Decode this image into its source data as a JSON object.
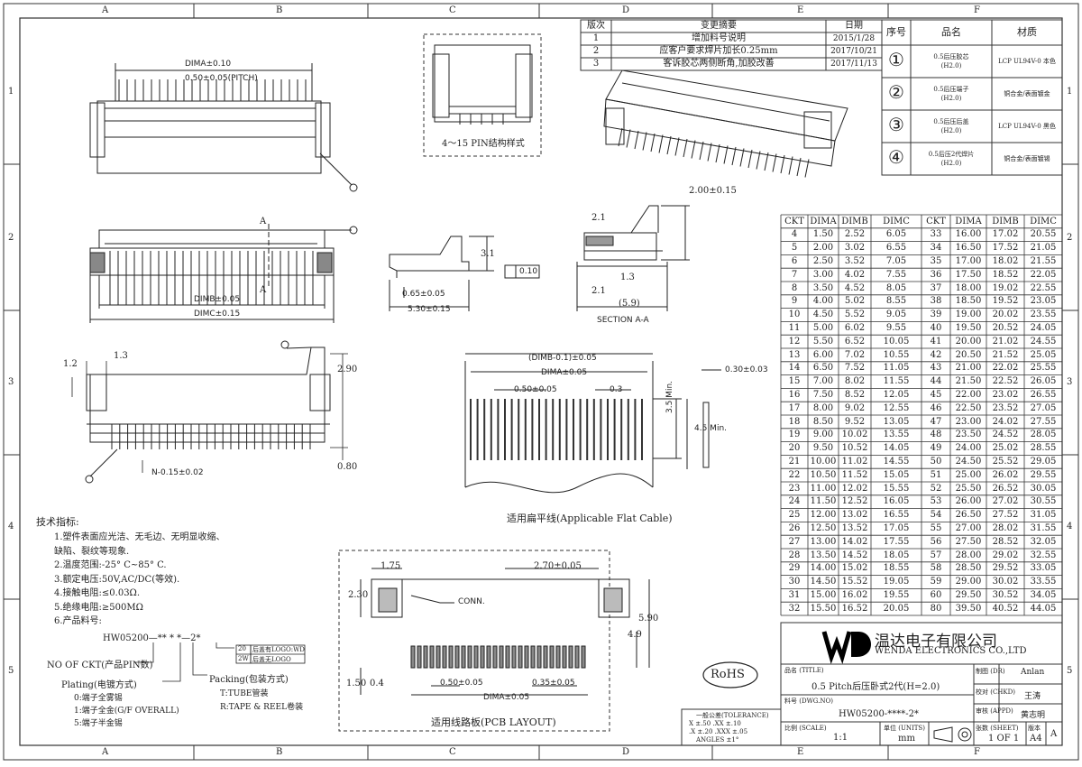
{
  "border": {
    "col_letters": [
      "A",
      "B",
      "C",
      "D",
      "E",
      "F"
    ],
    "row_numbers": [
      "1",
      "2",
      "3",
      "4",
      "5"
    ]
  },
  "revision_table": {
    "headers": [
      "版次",
      "变更摘要",
      "日期"
    ],
    "rows": [
      [
        "1",
        "增加料号说明",
        "2015/1/28"
      ],
      [
        "2",
        "应客户要求焊片加长0.25mm",
        "2017/10/21"
      ],
      [
        "3",
        "客诉胶芯两侧断角,加胶改善",
        "2017/11/13"
      ]
    ]
  },
  "parts_table": {
    "headers": [
      "序号",
      "品名",
      "材质"
    ],
    "rows": [
      {
        "num": "①",
        "name": "0.5后压胶芯",
        "sub": "(H2.0)",
        "material": "LCP UL94V-0 本色"
      },
      {
        "num": "②",
        "name": "0.5后压端子",
        "sub": "(H2.0)",
        "material": "铜合金/表面镀金"
      },
      {
        "num": "③",
        "name": "0.5后压后盖",
        "sub": "(H2.0)",
        "material": "LCP UL94V-0 黑色"
      },
      {
        "num": "④",
        "name": "0.5后压2代焊片",
        "sub": "(H2.0)",
        "material": "铜合金/表面镀锡"
      }
    ]
  },
  "dim_table": {
    "headers": [
      "CKT",
      "DIMA",
      "DIMB",
      "DIMC",
      "CKT",
      "DIMA",
      "DIMB",
      "DIMC"
    ],
    "rows": [
      [
        "4",
        "1.50",
        "2.52",
        "6.05",
        "33",
        "16.00",
        "17.02",
        "20.55"
      ],
      [
        "5",
        "2.00",
        "3.02",
        "6.55",
        "34",
        "16.50",
        "17.52",
        "21.05"
      ],
      [
        "6",
        "2.50",
        "3.52",
        "7.05",
        "35",
        "17.00",
        "18.02",
        "21.55"
      ],
      [
        "7",
        "3.00",
        "4.02",
        "7.55",
        "36",
        "17.50",
        "18.52",
        "22.05"
      ],
      [
        "8",
        "3.50",
        "4.52",
        "8.05",
        "37",
        "18.00",
        "19.02",
        "22.55"
      ],
      [
        "9",
        "4.00",
        "5.02",
        "8.55",
        "38",
        "18.50",
        "19.52",
        "23.05"
      ],
      [
        "10",
        "4.50",
        "5.52",
        "9.05",
        "39",
        "19.00",
        "20.02",
        "23.55"
      ],
      [
        "11",
        "5.00",
        "6.02",
        "9.55",
        "40",
        "19.50",
        "20.52",
        "24.05"
      ],
      [
        "12",
        "5.50",
        "6.52",
        "10.05",
        "41",
        "20.00",
        "21.02",
        "24.55"
      ],
      [
        "13",
        "6.00",
        "7.02",
        "10.55",
        "42",
        "20.50",
        "21.52",
        "25.05"
      ],
      [
        "14",
        "6.50",
        "7.52",
        "11.05",
        "43",
        "21.00",
        "22.02",
        "25.55"
      ],
      [
        "15",
        "7.00",
        "8.02",
        "11.55",
        "44",
        "21.50",
        "22.52",
        "26.05"
      ],
      [
        "16",
        "7.50",
        "8.52",
        "12.05",
        "45",
        "22.00",
        "23.02",
        "26.55"
      ],
      [
        "17",
        "8.00",
        "9.02",
        "12.55",
        "46",
        "22.50",
        "23.52",
        "27.05"
      ],
      [
        "18",
        "8.50",
        "9.52",
        "13.05",
        "47",
        "23.00",
        "24.02",
        "27.55"
      ],
      [
        "19",
        "9.00",
        "10.02",
        "13.55",
        "48",
        "23.50",
        "24.52",
        "28.05"
      ],
      [
        "20",
        "9.50",
        "10.52",
        "14.05",
        "49",
        "24.00",
        "25.02",
        "28.55"
      ],
      [
        "21",
        "10.00",
        "11.02",
        "14.55",
        "50",
        "24.50",
        "25.52",
        "29.05"
      ],
      [
        "22",
        "10.50",
        "11.52",
        "15.05",
        "51",
        "25.00",
        "26.02",
        "29.55"
      ],
      [
        "23",
        "11.00",
        "12.02",
        "15.55",
        "52",
        "25.50",
        "26.52",
        "30.05"
      ],
      [
        "24",
        "11.50",
        "12.52",
        "16.05",
        "53",
        "26.00",
        "27.02",
        "30.55"
      ],
      [
        "25",
        "12.00",
        "13.02",
        "16.55",
        "54",
        "26.50",
        "27.52",
        "31.05"
      ],
      [
        "26",
        "12.50",
        "13.52",
        "17.05",
        "55",
        "27.00",
        "28.02",
        "31.55"
      ],
      [
        "27",
        "13.00",
        "14.02",
        "17.55",
        "56",
        "27.50",
        "28.52",
        "32.05"
      ],
      [
        "28",
        "13.50",
        "14.52",
        "18.05",
        "57",
        "28.00",
        "29.02",
        "32.55"
      ],
      [
        "29",
        "14.00",
        "15.02",
        "18.55",
        "58",
        "28.50",
        "29.52",
        "33.05"
      ],
      [
        "30",
        "14.50",
        "15.52",
        "19.05",
        "59",
        "29.00",
        "30.02",
        "33.55"
      ],
      [
        "31",
        "15.00",
        "16.02",
        "19.55",
        "60",
        "29.50",
        "30.52",
        "34.05"
      ],
      [
        "32",
        "15.50",
        "16.52",
        "20.05",
        "80",
        "39.50",
        "40.52",
        "44.05"
      ]
    ]
  },
  "title_block": {
    "company_cn": "温达电子有限公司",
    "company_en": "WENDA ELECTRONICS CO.,LTD",
    "title_label": "品名 (TITLE)",
    "title": "0.5 Pitch后压卧式2代(H=2.0)",
    "dwg_label": "料号 (DWG.NO)",
    "dwg_no": "HW05200-****-2*",
    "scale_label": "比例 (SCALE)",
    "scale": "1:1",
    "units_label": "单位 (UNITS)",
    "units": "mm",
    "dr_label": "制图 (DR)",
    "dr": "Anlan",
    "chkd_label": "校对 (CHKD)",
    "chkd": "王涛",
    "appd_label": "审核 (APPD)",
    "appd": "黄志明",
    "sheet_label": "张数 (SHEET)",
    "sheet": "1 OF 1",
    "size_label": "版本",
    "size": "A4",
    "rev": "A",
    "tol_title": "一般公差(TOLERANCE)",
    "tol_1": "X ±.50   .XX ±.10",
    "tol_2": ".X ±.20   .XXX ±.05",
    "tol_3": "ANGLES   ±1°",
    "rohs": "RoHS"
  },
  "tech_spec": {
    "title": "技术指标:",
    "lines": [
      "1.塑件表面应光洁、无毛边、无明显收缩、",
      "  缺陷、裂纹等现象.",
      "2.温度范围:-25° C~85° C.",
      "3.额定电压:50V,AC/DC(等效).",
      "4.接触电阻:≤0.03Ω.",
      "5.绝缘电阻:≥500MΩ",
      "6.产品料号:"
    ],
    "part_code": "HW05200—** * *—2*",
    "code_20": "20",
    "code_20_text": "后盖有LOGO:WD",
    "code_2w": "2W",
    "code_2w_text": "后盖无LOGO",
    "no_ckt": "NO OF CKT(产品PIN数)",
    "plating": "Plating(电镀方式)",
    "plating_opts": [
      "0:端子全雾锡",
      "1:端子全金(G/F OVERALL)",
      "5:端子半金锡"
    ],
    "packing": "Packing(包装方式)",
    "packing_opts": [
      "T:TUBE管装",
      "R:TAPE & REEL卷装"
    ]
  },
  "labels": {
    "pin_style": "4～15 PIN结构样式",
    "section": "SECTION A-A",
    "fpc": "适用扁平线(Applicable Flat Cable)",
    "pcb": "适用线路板(PCB LAYOUT)",
    "dima_010": "DIMA±0.10",
    "pitch": "0.50±0.05(PITCH)",
    "dimb_005": "DIMB±0.05",
    "dimc_015": "DIMC±0.15",
    "n_015": "N-0.15±0.02",
    "d_1_3": "1.3",
    "d_1_2": "1.2",
    "d_2_90": "2.90",
    "d_0_80": "0.80",
    "d_3_1": "3.1",
    "d_0_65": "0.65±0.05",
    "d_5_30": "5.30±0.15",
    "flat": "0.10",
    "d_2_1a": "2.1",
    "d_2_1b": "2.1",
    "d_2_00": "2.00±0.15",
    "d_1_3b": "1.3",
    "d_5_9": "(5.9)",
    "fpc_dimb": "(DIMB-0.1)±0.05",
    "fpc_dima": "DIMA±0.05",
    "fpc_pitch": "0.50±0.05",
    "fpc_03": "0.3",
    "fpc_35": "3.5 Min.",
    "fpc_45": "4.5 Min.",
    "fpc_t": "0.30±0.03",
    "pcb_175": "1.75",
    "pcb_270": "2.70±0.05",
    "pcb_230": "2.30",
    "pcb_conn": "CONN.",
    "pcb_49": "4.9",
    "pcb_590": "5.90",
    "pcb_150": "1.50",
    "pcb_04": "0.4",
    "pcb_050": "0.50±0.05",
    "pcb_035": "0.35±0.05",
    "pcb_dima": "DIMA±0.05",
    "sec_a": "A",
    "sec_a2": "A"
  }
}
